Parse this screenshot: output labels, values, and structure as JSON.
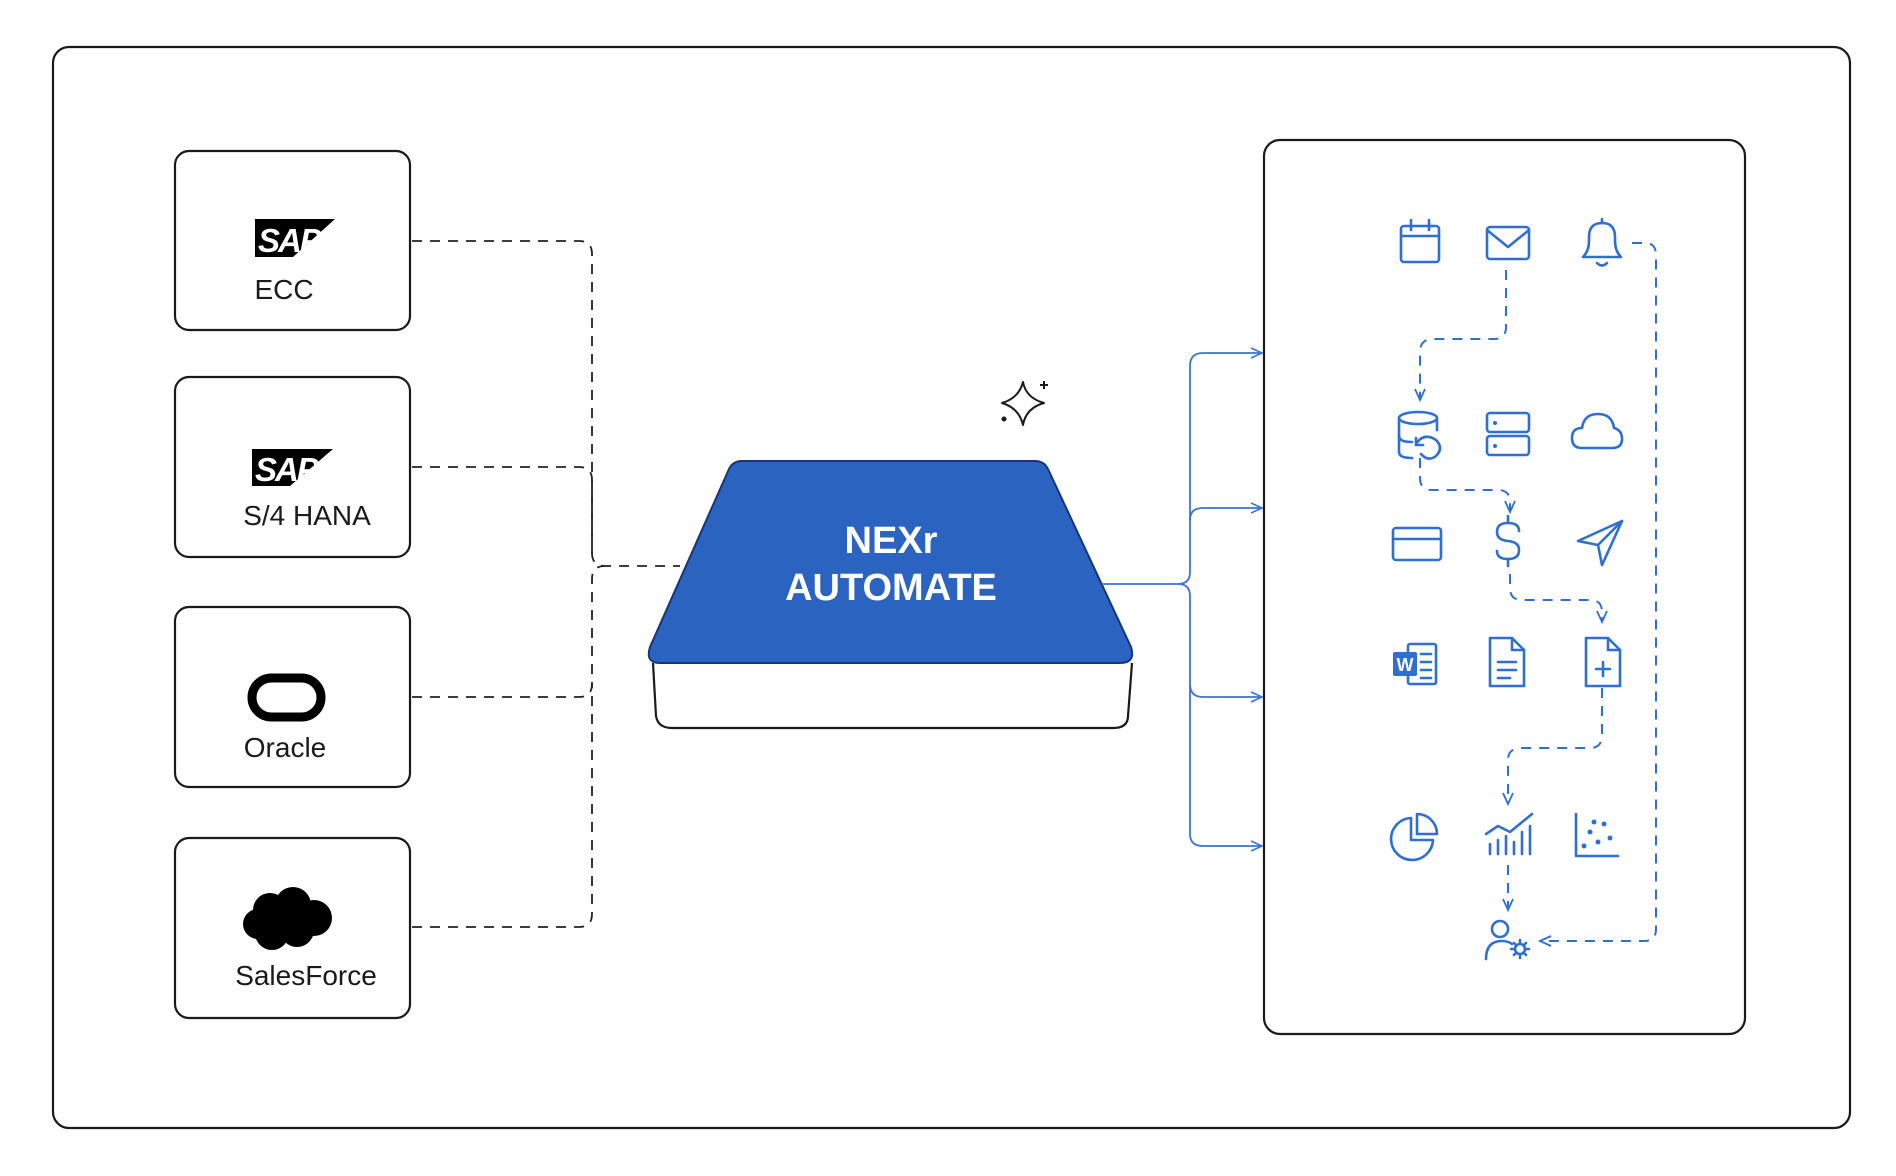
{
  "hub": {
    "line1": "NEXr",
    "line2": "AUTOMATE",
    "color": "#2b63c1"
  },
  "sources": [
    {
      "logo": "sap-logo",
      "logo_text": "SAP",
      "label": "ECC"
    },
    {
      "logo": "sap-logo",
      "logo_text": "SAP",
      "label": "S/4 HANA"
    },
    {
      "logo": "oracle-logo",
      "label": "Oracle"
    },
    {
      "logo": "salesforce-cloud-logo",
      "label": "SalesForce"
    }
  ],
  "word_badge": "W",
  "icons": [
    "calendar-icon",
    "mail-icon",
    "bell-icon",
    "database-sync-icon",
    "server-icon",
    "cloud-icon",
    "credit-card-icon",
    "dollar-icon",
    "send-icon",
    "word-document-icon",
    "document-icon",
    "file-add-icon",
    "pie-chart-icon",
    "bar-trend-chart-icon",
    "scatter-chart-icon",
    "user-settings-icon",
    "sparkle-icon"
  ],
  "colors": {
    "accent": "#2f6fd0",
    "outline": "#1a1a1a"
  }
}
